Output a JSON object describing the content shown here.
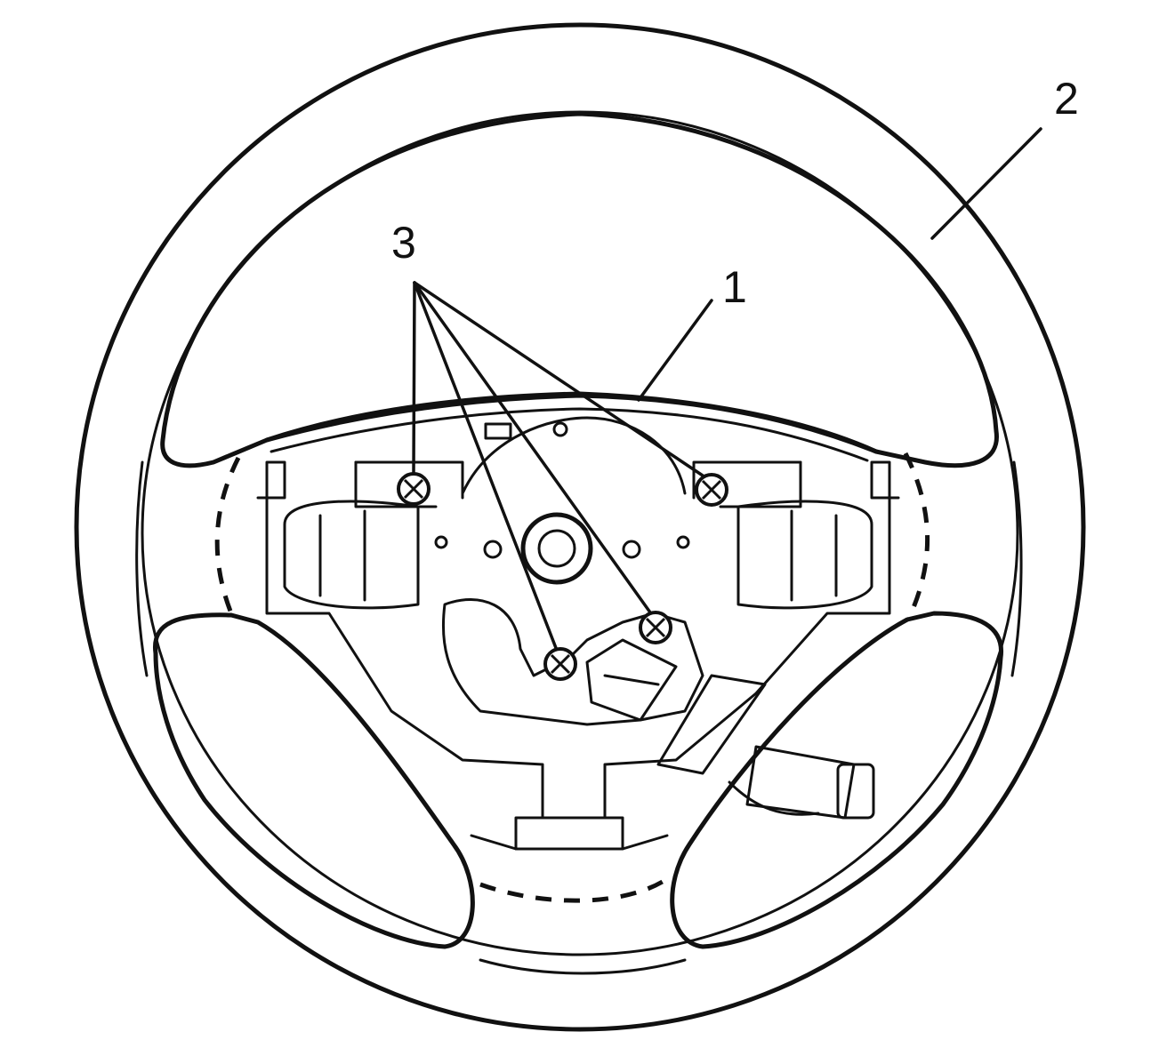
{
  "diagram": {
    "callouts": {
      "airbag_module": "1",
      "steering_wheel": "2",
      "bolts": "3"
    },
    "colors": {
      "line": "#111111",
      "background": "#ffffff"
    }
  }
}
